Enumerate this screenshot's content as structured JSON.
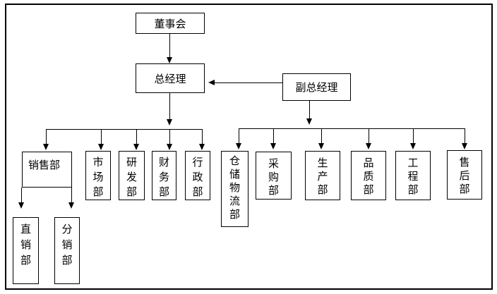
{
  "diagram": {
    "type": "org-chart",
    "colors": {
      "line": "#000000",
      "background": "#ffffff",
      "box_fill": "#ffffff"
    },
    "nodes": {
      "board": {
        "label": "董事会"
      },
      "general_manager": {
        "label": "总经理"
      },
      "deputy_general_manager": {
        "label": "副总经理"
      },
      "sales": {
        "label": "销售部"
      },
      "marketing": {
        "label": "市场部"
      },
      "rnd": {
        "label": "研发部"
      },
      "finance": {
        "label": "财务部"
      },
      "admin": {
        "label": "行政部"
      },
      "warehouse_logistics": {
        "label": "仓储物流部"
      },
      "purchasing": {
        "label": "采购部"
      },
      "production": {
        "label": "生产部"
      },
      "quality": {
        "label": "品质部"
      },
      "engineering": {
        "label": "工程部"
      },
      "after_sales": {
        "label": "售后部"
      },
      "direct_sales": {
        "label": "直销部"
      },
      "distribution_sales": {
        "label": "分销部"
      }
    },
    "edges": [
      {
        "from": "董事会",
        "to": "总经理"
      },
      {
        "from": "副总经理",
        "to": "总经理"
      },
      {
        "from": "总经理",
        "to": "销售部"
      },
      {
        "from": "总经理",
        "to": "市场部"
      },
      {
        "from": "总经理",
        "to": "研发部"
      },
      {
        "from": "总经理",
        "to": "财务部"
      },
      {
        "from": "总经理",
        "to": "行政部"
      },
      {
        "from": "副总经理",
        "to": "仓储物流部"
      },
      {
        "from": "副总经理",
        "to": "采购部"
      },
      {
        "from": "副总经理",
        "to": "生产部"
      },
      {
        "from": "副总经理",
        "to": "品质部"
      },
      {
        "from": "副总经理",
        "to": "工程部"
      },
      {
        "from": "副总经理",
        "to": "售后部"
      },
      {
        "from": "销售部",
        "to": "直销部"
      },
      {
        "from": "销售部",
        "to": "分销部"
      }
    ]
  }
}
